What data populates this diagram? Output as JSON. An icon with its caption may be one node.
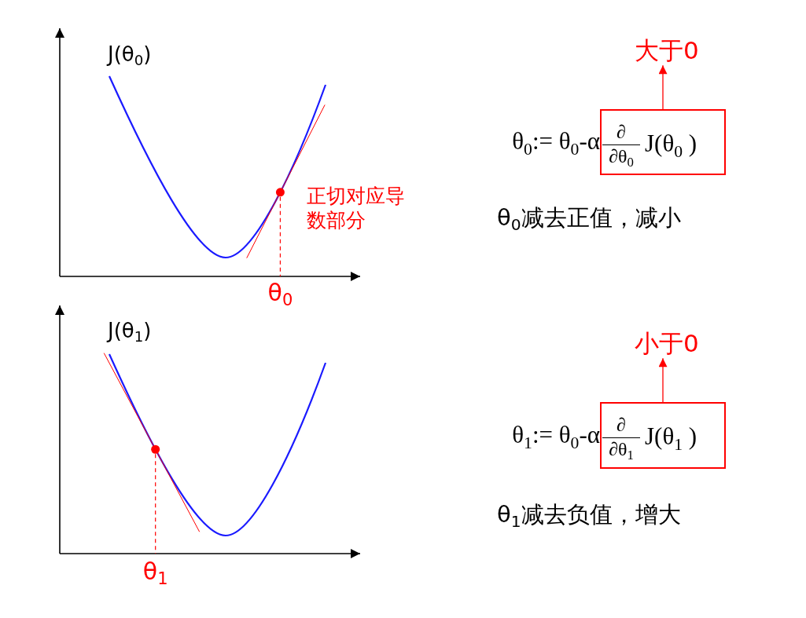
{
  "diagram": {
    "nodes": [
      {
        "text": [
          "大于0"
        ]
      },
      {
        "text": [
          "∂",
          "∂θ$_{0}$",
          "J(θ$_{0}$ )"
        ]
      },
      {
        "text": [
          "小于0"
        ]
      },
      {
        "text": [
          "∂",
          "∂θ$_{1}$",
          "J(θ$_{1}$ )"
        ]
      }
    ],
    "edges": [
      {
        "from": 1,
        "to": 0,
        "arrow": "to"
      },
      {
        "from": 3,
        "to": 2,
        "arrow": "to"
      }
    ],
    "labels": [
      "J(θ$_{0}$)",
      "θ$_{0}$:= θ$_{0}$-α",
      "正切对应导数部分",
      "θ$_{0}$减去正值，减小",
      "θ$_{0}$",
      "J(θ$_{1}$)",
      "θ$_{1}$:= θ$_{0}$-α",
      "θ$_{1}$减去负值，增大",
      "θ$_{1}$"
    ]
  }
}
